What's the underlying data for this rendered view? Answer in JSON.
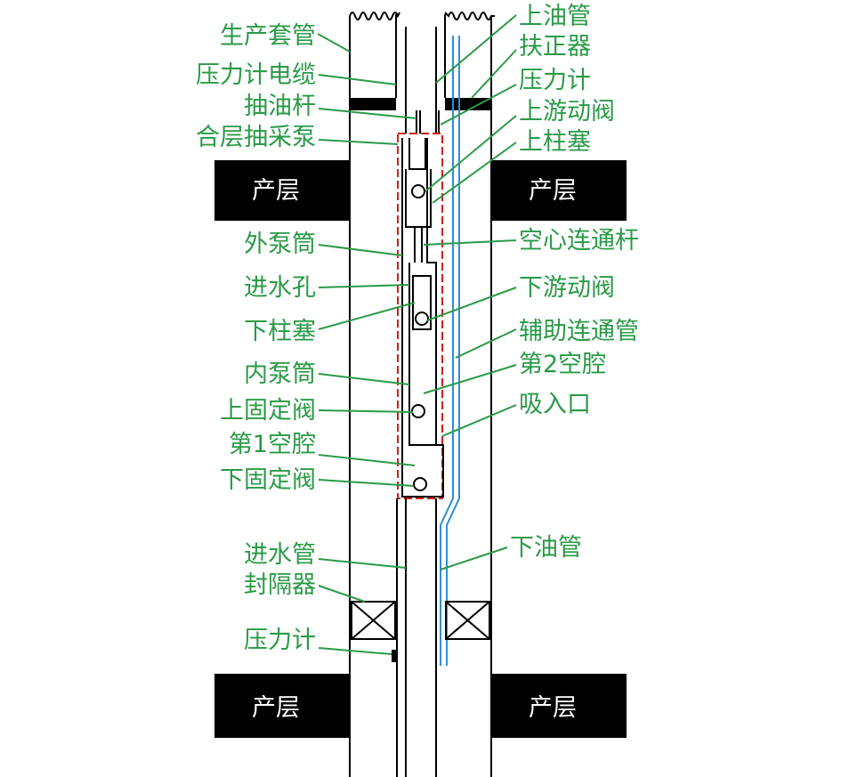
{
  "labels": {
    "production_casing": "生产套管",
    "gauge_cable": "压力计电缆",
    "sucker_rod": "抽油杆",
    "pump": "合层抽采泵",
    "outer_barrel": "外泵筒",
    "inlet_hole": "进水孔",
    "lower_plunger": "下柱塞",
    "inner_barrel": "内泵筒",
    "upper_standing_valve": "上固定阀",
    "chamber_1": "第1空腔",
    "lower_standing_valve": "下固定阀",
    "inlet_pipe": "进水管",
    "packer": "封隔器",
    "gauge_lower": "压力计",
    "upper_tubing": "上油管",
    "centralizer": "扶正器",
    "gauge_upper": "压力计",
    "upper_traveling_valve": "上游动阀",
    "upper_plunger": "上柱塞",
    "hollow_rod": "空心连通杆",
    "lower_traveling_valve": "下游动阀",
    "aux_pipe": "辅助连通管",
    "chamber_2": "第2空腔",
    "suction": "吸入口",
    "lower_tubing": "下油管"
  },
  "layers": {
    "upper_left": "产层",
    "upper_right": "产层",
    "lower_left": "产层",
    "lower_right": "产层"
  },
  "colors": {
    "label": "#2a9a47",
    "pump_outline": "#d0201f",
    "aux_pipe": "#2b8fd6",
    "layer_fill": "#000000"
  }
}
